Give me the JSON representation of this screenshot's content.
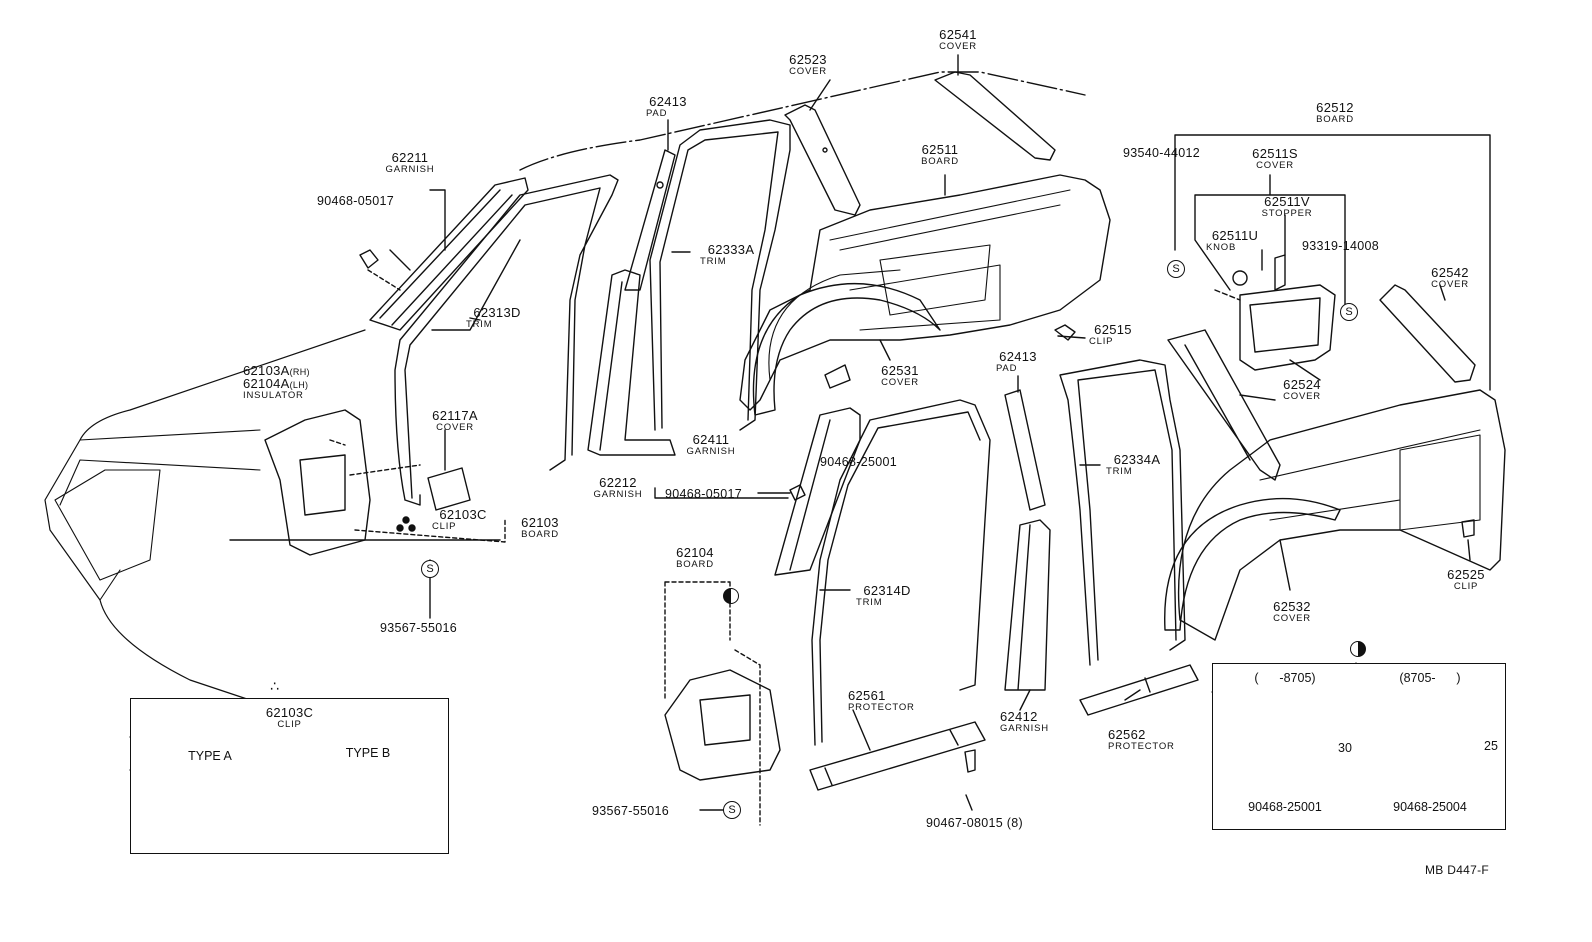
{
  "parts": [
    {
      "id": "p62541",
      "number": "62541",
      "name": "COVER"
    },
    {
      "id": "p62523",
      "number": "62523",
      "name": "COVER"
    },
    {
      "id": "p62413a",
      "number": "62413",
      "name": "PAD"
    },
    {
      "id": "p62512",
      "number": "62512",
      "name": "BOARD"
    },
    {
      "id": "p62511",
      "number": "62511",
      "name": "BOARD"
    },
    {
      "id": "p62511s",
      "number": "62511S",
      "name": "COVER"
    },
    {
      "id": "p62211",
      "number": "62211",
      "name": "GARNISH"
    },
    {
      "id": "p62511v",
      "number": "62511V",
      "name": "STOPPER"
    },
    {
      "id": "p62511u",
      "number": "62511U",
      "name": "KNOB"
    },
    {
      "id": "p62333a",
      "number": "62333A",
      "name": "TRIM"
    },
    {
      "id": "p62542",
      "number": "62542",
      "name": "COVER"
    },
    {
      "id": "p62313d",
      "number": "62313D",
      "name": "TRIM"
    },
    {
      "id": "p62515",
      "number": "62515",
      "name": "CLIP"
    },
    {
      "id": "p62413b",
      "number": "62413",
      "name": "PAD"
    },
    {
      "id": "p62531",
      "number": "62531",
      "name": "COVER"
    },
    {
      "id": "p62524",
      "number": "62524",
      "name": "COVER"
    },
    {
      "id": "p62117a",
      "number": "62117A",
      "name": "COVER"
    },
    {
      "id": "p62411",
      "number": "62411",
      "name": "GARNISH"
    },
    {
      "id": "p62334a",
      "number": "62334A",
      "name": "TRIM"
    },
    {
      "id": "p62212",
      "number": "62212",
      "name": "GARNISH"
    },
    {
      "id": "p62103c",
      "number": "62103C",
      "name": "CLIP"
    },
    {
      "id": "p62103",
      "number": "62103",
      "name": "BOARD"
    },
    {
      "id": "p62104",
      "number": "62104",
      "name": "BOARD"
    },
    {
      "id": "p62314d",
      "number": "62314D",
      "name": "TRIM"
    },
    {
      "id": "p62525",
      "number": "62525",
      "name": "CLIP"
    },
    {
      "id": "p62532",
      "number": "62532",
      "name": "COVER"
    },
    {
      "id": "p62561",
      "number": "62561",
      "name": "PROTECTOR"
    },
    {
      "id": "p62412",
      "number": "62412",
      "name": "GARNISH"
    },
    {
      "id": "p62562",
      "number": "62562",
      "name": "PROTECTOR"
    }
  ],
  "insulator": {
    "line1": "62103A",
    "line1_sub": "(RH)",
    "line2": "62104A",
    "line2_sub": "(LH)",
    "name": "INSULATOR"
  },
  "refs": {
    "r1": "93540-44012",
    "r2": "90468-05017",
    "r3": "93319-14008",
    "r4": "90468-25001",
    "r5": "90468-05017",
    "r6": "93567-55016",
    "r7": "90467-08015",
    "r7_qty": "(8)",
    "r8": "93567-55016"
  },
  "clip_table": {
    "number": "62103C",
    "name": "CLIP",
    "col_a": "TYPE A",
    "col_b": "TYPE B"
  },
  "hole_table": {
    "col_a": "(      -8705)",
    "col_b": "(8705-      )",
    "dim_a": "30",
    "dim_b": "25",
    "part_a": "90468-25001",
    "part_b": "90468-25004"
  },
  "symbol_s": "S",
  "diagram_code": "MB D447-F"
}
